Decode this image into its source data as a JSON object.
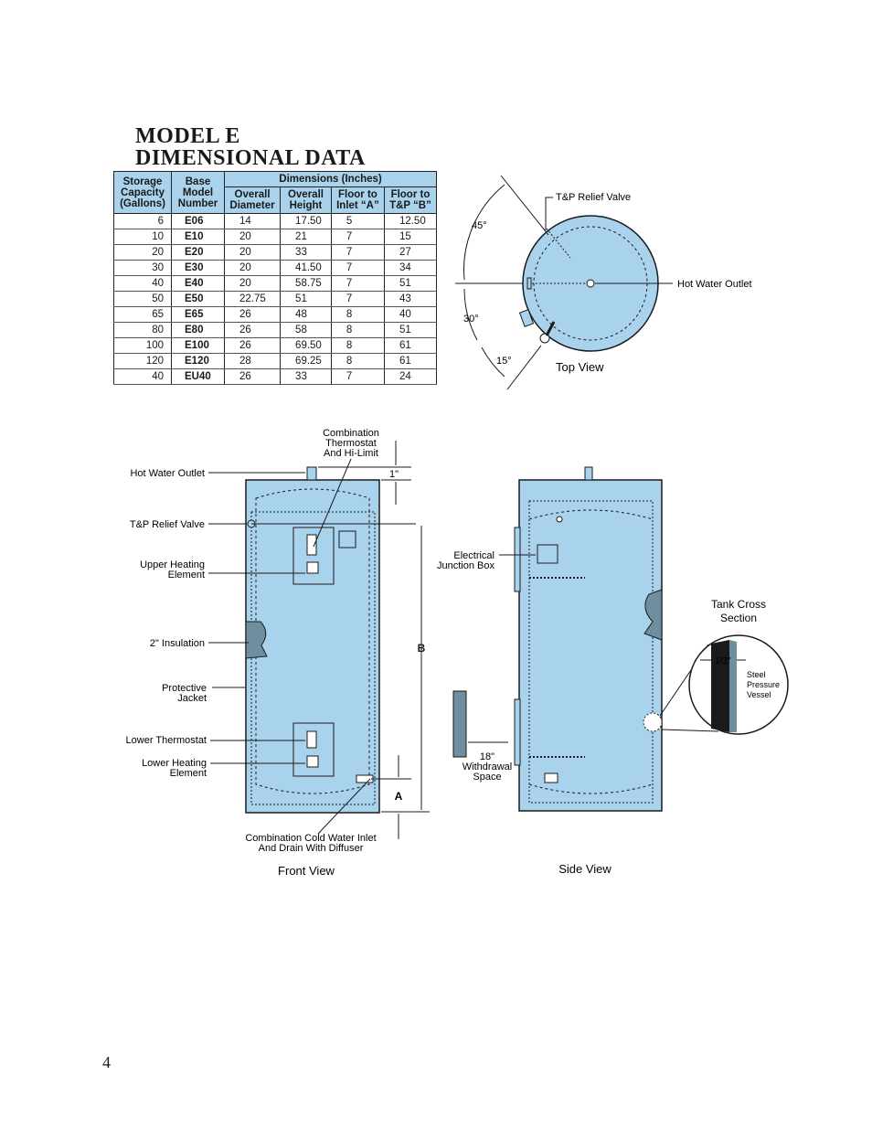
{
  "title": {
    "line1": "MODEL E",
    "line2": "DIMENSIONAL DATA"
  },
  "table": {
    "headers": {
      "storage": [
        "Storage",
        "Capacity",
        "(Gallons)"
      ],
      "base": [
        "Base",
        "Model",
        "Number"
      ],
      "dimensions": "Dimensions (Inches)",
      "diameter": [
        "Overall",
        "Diameter"
      ],
      "height": [
        "Overall",
        "Height"
      ],
      "inlet": [
        "Floor to",
        "Inlet “A”"
      ],
      "tp": [
        "Floor to",
        "T&P “B”"
      ]
    },
    "rows": [
      [
        "6",
        "E06",
        "14",
        "17.50",
        "5",
        "12.50"
      ],
      [
        "10",
        "E10",
        "20",
        "21",
        "7",
        "15"
      ],
      [
        "20",
        "E20",
        "20",
        "33",
        "7",
        "27"
      ],
      [
        "30",
        "E30",
        "20",
        "41.50",
        "7",
        "34"
      ],
      [
        "40",
        "E40",
        "20",
        "58.75",
        "7",
        "51"
      ],
      [
        "50",
        "E50",
        "22.75",
        "51",
        "7",
        "43"
      ],
      [
        "65",
        "E65",
        "26",
        "48",
        "8",
        "40"
      ],
      [
        "80",
        "E80",
        "26",
        "58",
        "8",
        "51"
      ],
      [
        "100",
        "E100",
        "26",
        "69.50",
        "8",
        "61"
      ],
      [
        "120",
        "E120",
        "28",
        "69.25",
        "8",
        "61"
      ],
      [
        "40",
        "EU40",
        "26",
        "33",
        "7",
        "24"
      ]
    ]
  },
  "top_view": {
    "tp_relief": "T&P Relief Valve",
    "hot_water_outlet": "Hot Water Outlet",
    "angle_45": "45°",
    "angle_30": "30°",
    "angle_15": "15°",
    "caption": "Top View"
  },
  "front_view": {
    "combination_thermostat": [
      "Combination",
      "Thermostat",
      "And Hi-Limit"
    ],
    "one_inch": "1\"",
    "hot_water_outlet": "Hot Water Outlet",
    "tp_relief": "T&P Relief Valve",
    "upper_heating": [
      "Upper Heating",
      "Element"
    ],
    "insulation": "2\" Insulation",
    "protective_jacket": [
      "Protective",
      "Jacket"
    ],
    "lower_thermostat": "Lower Thermostat",
    "lower_heating": [
      "Lower Heating",
      "Element"
    ],
    "dim_b": "B",
    "dim_a": "A",
    "cold_inlet": [
      "Combination Cold Water Inlet",
      "And Drain With Diffuser"
    ],
    "caption": "Front View"
  },
  "side_view": {
    "junction_box": [
      "Electrical",
      "Junction Box"
    ],
    "tank_cross": [
      "Tank Cross",
      "Section"
    ],
    "half_inch": "1/2\"",
    "steel_vessel": [
      "Steel",
      "Pressure",
      "Vessel"
    ],
    "withdrawal": [
      "18\"",
      "Withdrawal",
      "Space"
    ],
    "caption": "Side View"
  },
  "page_number": "4",
  "colors": {
    "tank": "#a9d3ec",
    "line": "#1a1a1a"
  }
}
